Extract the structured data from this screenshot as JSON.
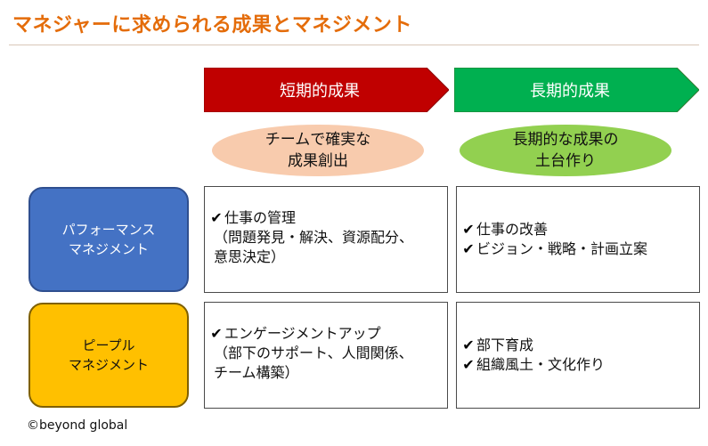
{
  "title": "マネジャーに求められる成果とマネジメント",
  "columns": {
    "short": {
      "header": "短期的成果",
      "color": "#c00000",
      "goal_lines": [
        "チームで確実な",
        "成果創出"
      ],
      "goal_color": "#f8cbad"
    },
    "long": {
      "header": "長期的成果",
      "color": "#00b050",
      "goal_lines": [
        "長期的な成果の",
        "土台作り"
      ],
      "goal_color": "#92d050"
    }
  },
  "rows": [
    {
      "label_lines": [
        "パフォーマンス",
        "マネジメント"
      ],
      "color": "#4472c4",
      "short": {
        "check_lines": [
          "仕事の管理"
        ],
        "extra_lines": [
          "（問題発見・解決、資源配分、",
          "意思決定）"
        ]
      },
      "long": {
        "check_lines": [
          "仕事の改善",
          "ビジョン・戦略・計画立案"
        ],
        "extra_lines": []
      }
    },
    {
      "label_lines": [
        "ピープル",
        "マネジメント"
      ],
      "color": "#ffc000",
      "short": {
        "check_lines": [
          "エンゲージメントアップ"
        ],
        "extra_lines": [
          "（部下のサポート、人間関係、",
          "チーム構築）"
        ]
      },
      "long": {
        "check_lines": [
          "部下育成",
          "組織風土・文化作り"
        ],
        "extra_lines": []
      }
    }
  ],
  "check_icon": "check-mark-icon",
  "copyright": "©beyond global"
}
